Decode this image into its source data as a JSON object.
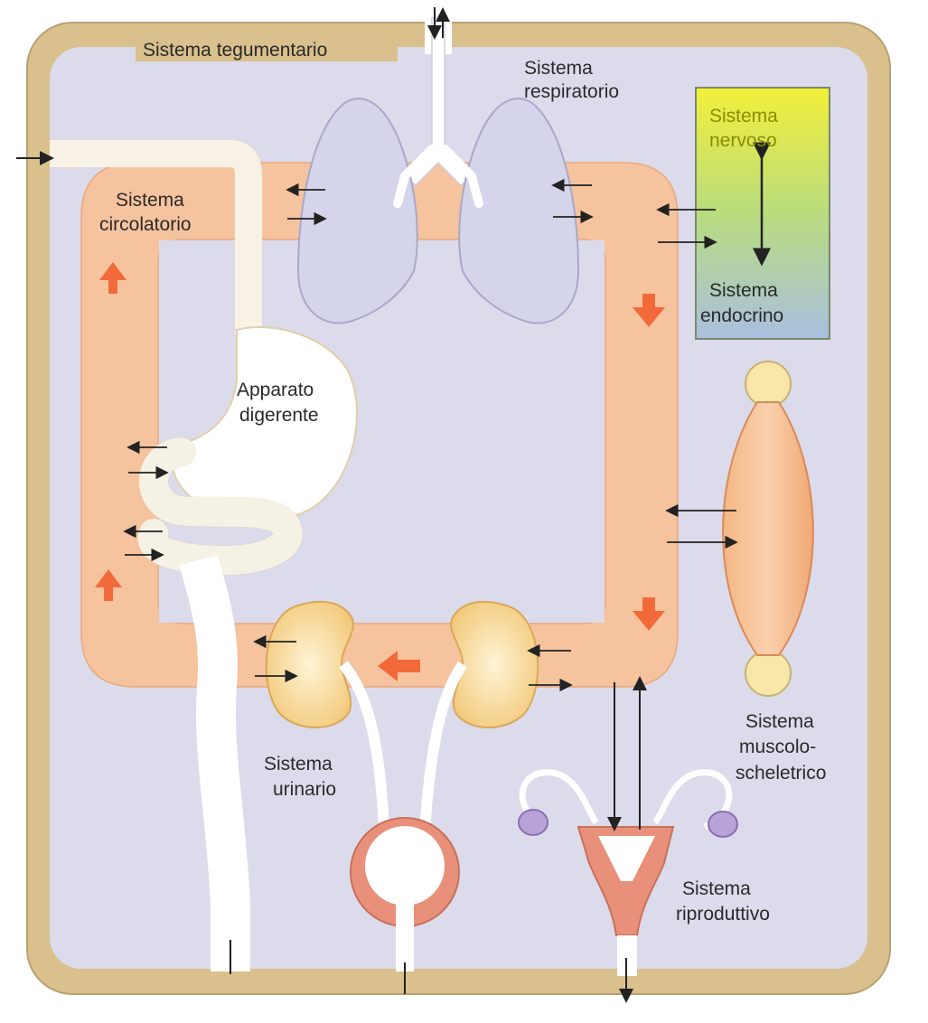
{
  "labels": {
    "integumentary": "Sistema tegumentario",
    "respiratory_1": "Sistema",
    "respiratory_2": "respiratorio",
    "nervous_1": "Sistema",
    "nervous_2": "nervoso",
    "endocrine_1": "Sistema",
    "endocrine_2": "endocrino",
    "circulatory_1": "Sistema",
    "circulatory_2": "circolatorio",
    "digestive_1": "Apparato",
    "digestive_2": "digerente",
    "urinary_1": "Sistema",
    "urinary_2": "urinario",
    "musculoskeletal_1": "Sistema",
    "musculoskeletal_2": "muscolo-",
    "musculoskeletal_3": "scheletrico",
    "reproductive_1": "Sistema",
    "reproductive_2": "riproduttivo"
  },
  "colors": {
    "skin_border": "#d9c08c",
    "background_interior": "#dcdbec",
    "circulatory": "#f5c39e",
    "flow_arrow": "#f26a3a",
    "lungs": "#d4d4ea",
    "nervous_top": "#f2ee3a",
    "endocrine_bottom": "#a9bfe0",
    "kidney": "#f7d79a",
    "muscle": "#f2b27a",
    "reproductive": "#e8907a",
    "ovary": "#b9a2d8"
  }
}
